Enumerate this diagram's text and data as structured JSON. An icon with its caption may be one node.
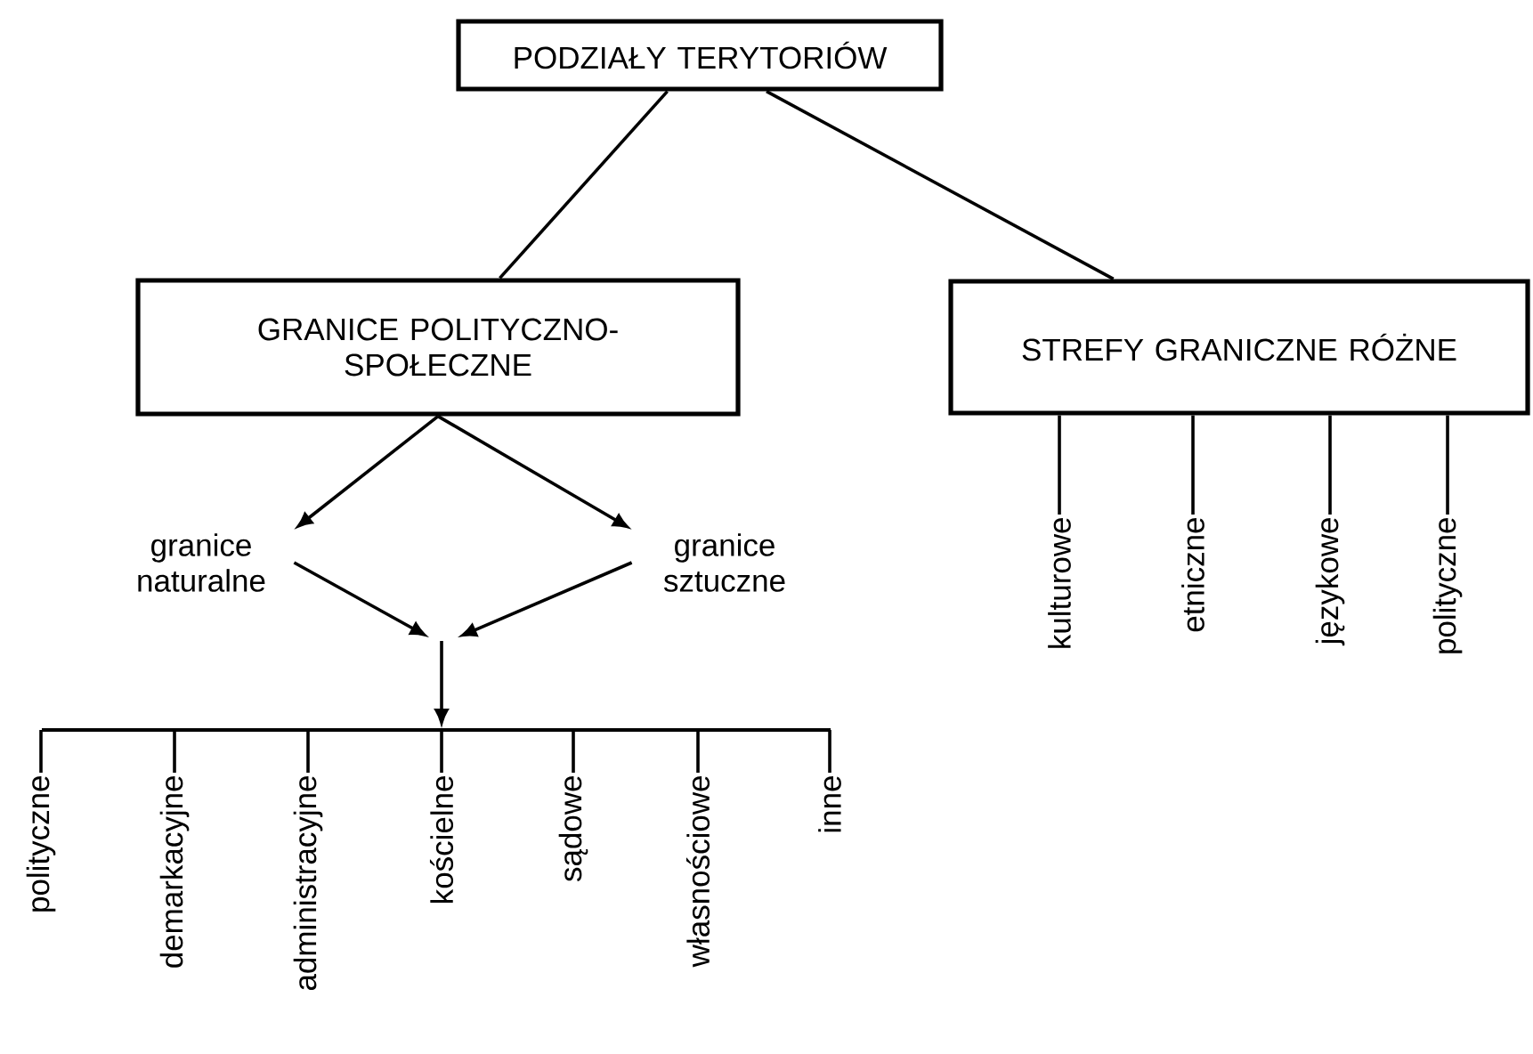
{
  "diagram": {
    "nodes": [
      {
        "text": [
          "PODZIAŁY TERYTORIÓW"
        ]
      },
      {
        "text": [
          "GRANICE POLITYCZNO-SPOŁECZNE"
        ]
      },
      {
        "text": [
          "STREFY GRANICZNE RÓŻNE"
        ]
      },
      {
        "text": [
          "granice naturalne"
        ]
      },
      {
        "text": [
          "granice sztuczne"
        ]
      },
      {
        "text": [],
        "shape": "bar"
      },
      {
        "text": [
          "polityczne"
        ]
      },
      {
        "text": [
          "demarkacyjne"
        ]
      },
      {
        "text": [
          "administracyjne"
        ]
      },
      {
        "text": [
          "kościelne"
        ]
      },
      {
        "text": [
          "sądowe"
        ]
      },
      {
        "text": [
          "własnościowe"
        ]
      },
      {
        "text": [
          "inne"
        ]
      },
      {
        "text": [
          "kulturowe"
        ]
      },
      {
        "text": [
          "etniczne"
        ]
      },
      {
        "text": [
          "językowe"
        ]
      },
      {
        "text": [
          "polityczne"
        ]
      }
    ],
    "edges": [
      {
        "from": 0,
        "to": 1,
        "arrow": "none"
      },
      {
        "from": 0,
        "to": 2,
        "arrow": "none"
      },
      {
        "from": 1,
        "to": 3,
        "arrow": "to"
      },
      {
        "from": 1,
        "to": 4,
        "arrow": "to"
      },
      {
        "from": 3,
        "to": null,
        "arrow": "to"
      },
      {
        "from": 4,
        "to": null,
        "arrow": "to"
      },
      {
        "from": null,
        "to": 5,
        "arrow": "to"
      },
      {
        "from": 5,
        "to": 6,
        "arrow": "none"
      },
      {
        "from": 5,
        "to": 7,
        "arrow": "none"
      },
      {
        "from": 5,
        "to": 8,
        "arrow": "none"
      },
      {
        "from": 5,
        "to": 9,
        "arrow": "none"
      },
      {
        "from": 5,
        "to": 10,
        "arrow": "none"
      },
      {
        "from": 5,
        "to": 11,
        "arrow": "none"
      },
      {
        "from": 5,
        "to": 12,
        "arrow": "none"
      },
      {
        "from": 2,
        "to": 13,
        "arrow": "none"
      },
      {
        "from": 2,
        "to": 14,
        "arrow": "none"
      },
      {
        "from": 2,
        "to": 15,
        "arrow": "none"
      },
      {
        "from": 2,
        "to": 16,
        "arrow": "none"
      }
    ]
  }
}
